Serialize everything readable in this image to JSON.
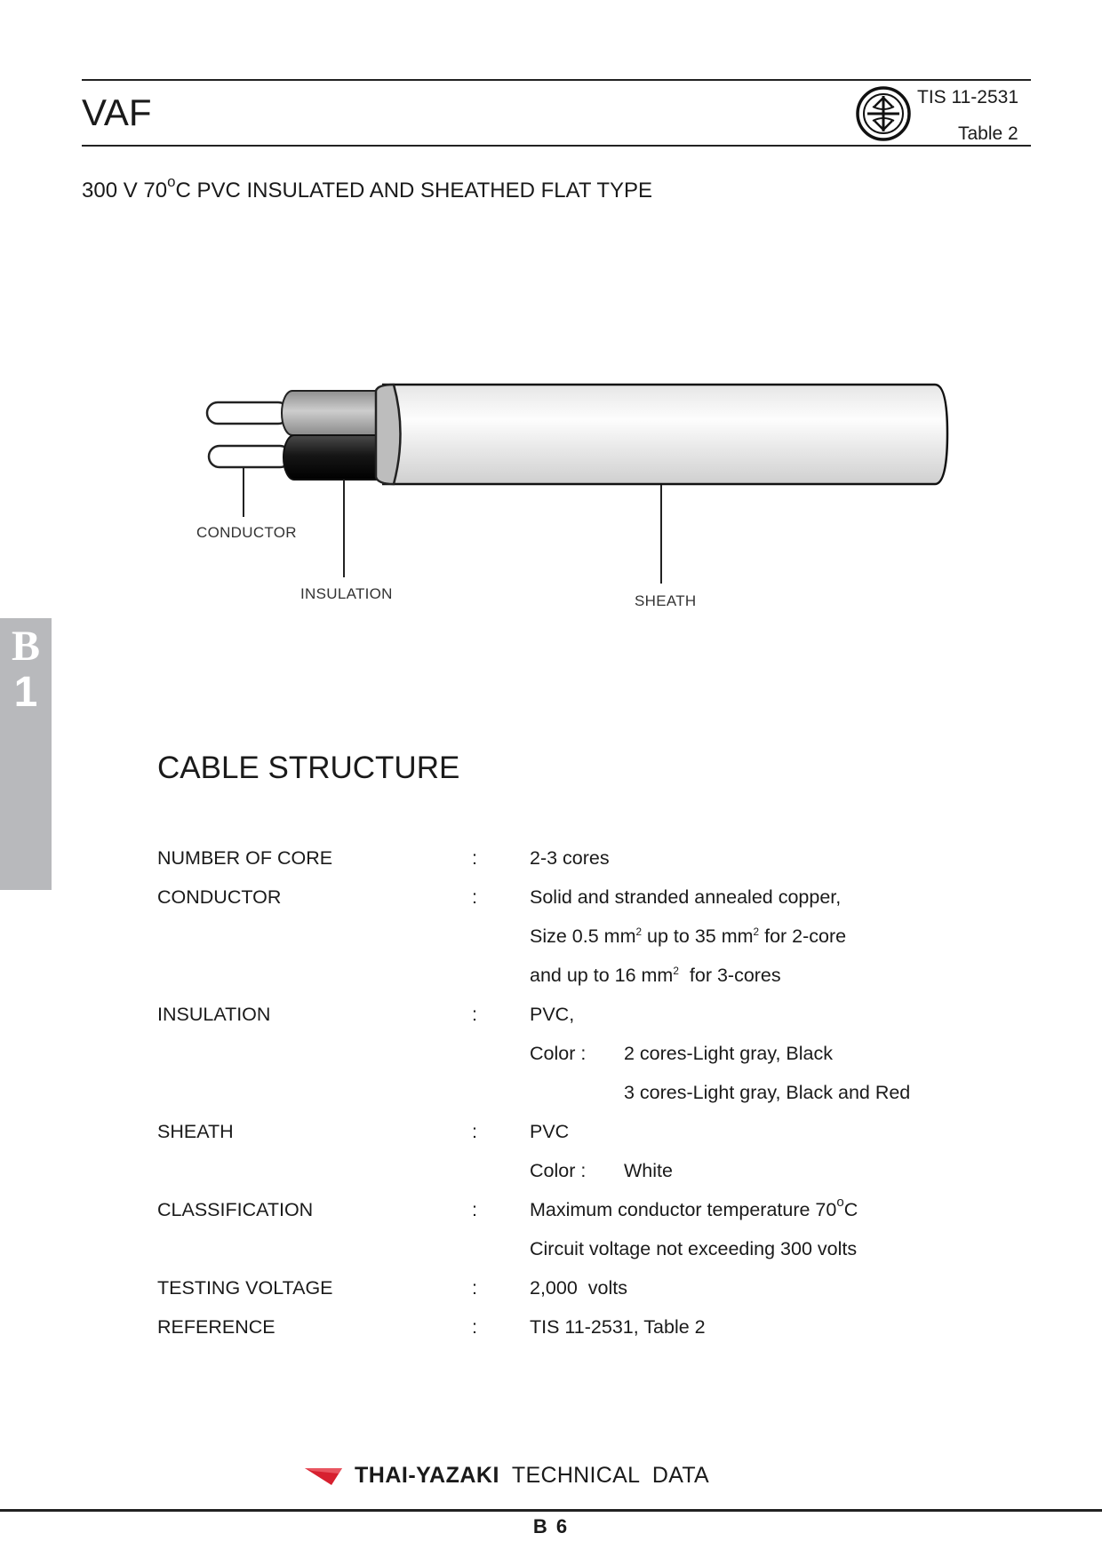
{
  "header": {
    "title": "VAF",
    "standard": "TIS 11-2531",
    "table": "Table 2",
    "subtitle_prefix": "300 V 70",
    "subtitle_deg": "o",
    "subtitle_suffix": "C PVC INSULATED AND SHEATHED FLAT TYPE"
  },
  "diagram": {
    "conductor_label": "CONDUCTOR",
    "insulation_label": "INSULATION",
    "sheath_label": "SHEATH"
  },
  "side_tab": {
    "letter": "B",
    "number": "1"
  },
  "section": {
    "title": "CABLE STRUCTURE"
  },
  "spec": {
    "colon": ":",
    "number_of_core": {
      "label": "NUMBER OF CORE",
      "value": "2-3  cores"
    },
    "conductor": {
      "label": "CONDUCTOR",
      "line1": "Solid and stranded annealed copper,",
      "line2_a": "Size 0.5 mm",
      "line2_sup": "2",
      "line2_b": " up to 35 mm",
      "line2_sup2": "2",
      "line2_c": " for 2-core",
      "line3_a": "and up to 16 mm",
      "line3_sup": "2",
      "line3_b": "  for 3-cores"
    },
    "insulation": {
      "label": "INSULATION",
      "value": "PVC,",
      "color_label": "Color :",
      "color_1": "2 cores-Light gray, Black",
      "color_2": "3 cores-Light gray, Black and Red"
    },
    "sheath": {
      "label": "SHEATH",
      "value": "PVC",
      "color_label": "Color :",
      "color_value": "White"
    },
    "classification": {
      "label": "CLASSIFICATION",
      "line1_a": "Maximum conductor temperature 70",
      "line1_deg": "o",
      "line1_b": "C",
      "line2": "Circuit voltage not exceeding 300 volts"
    },
    "testing_voltage": {
      "label": "TESTING VOLTAGE",
      "value": "2,000  volts"
    },
    "reference": {
      "label": "REFERENCE",
      "value": "TIS 11-2531, Table 2"
    }
  },
  "footer": {
    "brand": "THAI-YAZAKI",
    "tagline": "TECHNICAL  DATA",
    "page": "B 6"
  },
  "colors": {
    "tab_gray": "#b8b9bc",
    "brand_red": "#d7202f",
    "insulation_gray": "#a9a9a9",
    "insulation_black": "#1b1b1b"
  }
}
